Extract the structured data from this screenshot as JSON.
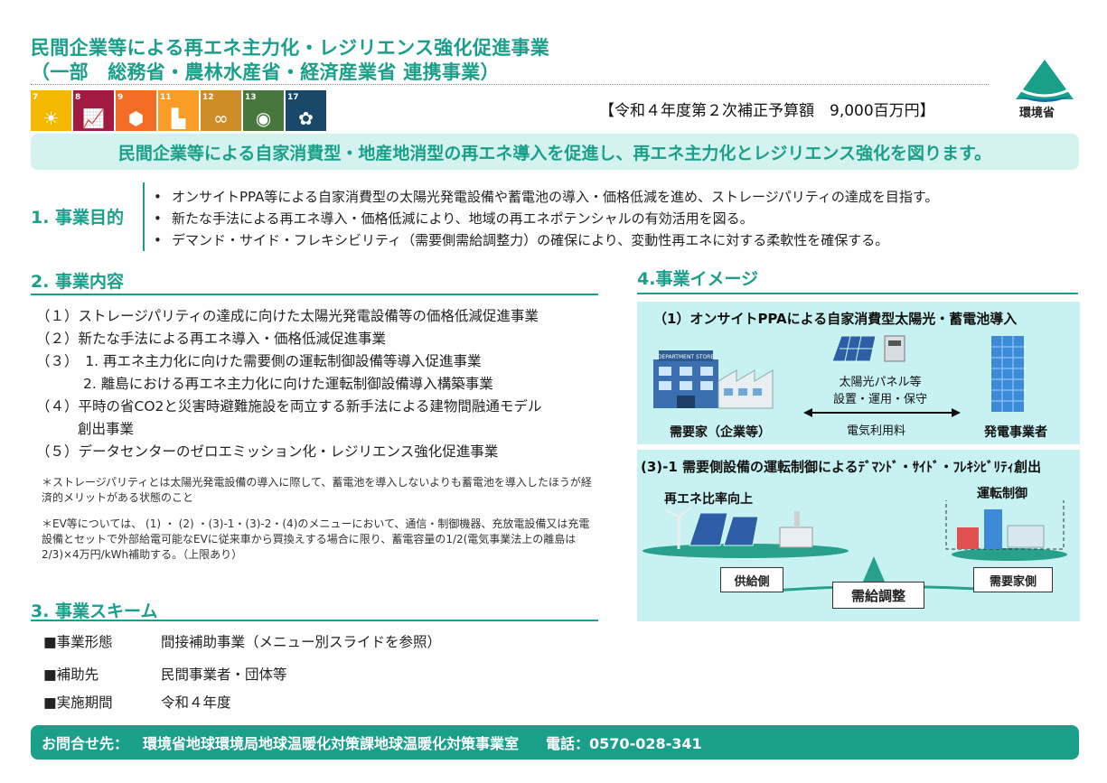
{
  "header": {
    "title_line1": "民間企業等による再エネ主力化・レジリエンス強化促進事業",
    "title_line2": "（一部　総務省・農林水産省・経済産業省 連携事業）",
    "budget": "【令和４年度第２次補正予算額　9,000百万円】",
    "ministry": "環境省"
  },
  "sdgs": [
    {
      "num": "7",
      "icon": "sun-icon",
      "color": "#f5b800"
    },
    {
      "num": "8",
      "icon": "growth-chart-icon",
      "color": "#a21942"
    },
    {
      "num": "9",
      "icon": "industry-cubes-icon",
      "color": "#f36d25"
    },
    {
      "num": "11",
      "icon": "city-buildings-icon",
      "color": "#f99d26"
    },
    {
      "num": "12",
      "icon": "infinity-icon",
      "color": "#cf8d2a"
    },
    {
      "num": "13",
      "icon": "eye-globe-icon",
      "color": "#48773e"
    },
    {
      "num": "17",
      "icon": "partnership-icon",
      "color": "#19486a"
    }
  ],
  "banner": "民間企業等による自家消費型・地産地消型の再エネ導入を促進し、再エネ主力化とレジリエンス強化を図ります。",
  "purpose": {
    "heading": "1. 事業目的",
    "bullets": [
      "オンサイトPPA等による自家消費型の太陽光発電設備や蓄電池の導入・価格低減を進め、ストレージパリティの達成を目指す。",
      "新たな手法による再エネ導入・価格低減により、地域の再エネポテンシャルの有効活用を図る。",
      "デマンド・サイド・フレキシビリティ（需要側需給調整力）の確保により、変動性再エネに対する柔軟性を確保する。"
    ]
  },
  "content": {
    "heading": "2. 事業内容",
    "items": [
      "（１）ストレージパリティの達成に向けた太陽光発電設備等の価格低減促進事業",
      "（２）新たな手法による再エネ導入・価格低減促進事業",
      "（３）　1. 再エネ主力化に向けた需要側の運転制御設備等導入促進事業",
      "2. 離島における再エネ主力化に向けた運転制御設備導入構築事業",
      "（４）平時の省CO2と災害時避難施設を両立する新手法による建物間融通モデル",
      "創出事業",
      "（５）データセンターのゼロエミッション化・レジリエンス強化促進事業"
    ],
    "note1": "＊ストレージパリティとは太陽光発電設備の導入に際して、蓄電池を導入しないよりも蓄電池を導入したほうが経済的メリットがある状態のこと",
    "note2": "＊EV等については、 (1) ・ (2) ・(3)-1・(3)-2・(4)のメニューにおいて、通信・制御機器、充放電設備又は充電設備とセットで外部給電可能なEVに従来車から買換えする場合に限り、蓄電容量の1/2(電気事業法上の離島は2/3)×4万円/kWh補助する。（上限あり）"
  },
  "scheme": {
    "heading": "3. 事業スキーム",
    "rows": [
      {
        "key": "■事業形態",
        "value": "間接補助事業（メニュー別スライドを参照）"
      },
      {
        "key": "■補助先",
        "value": "民間事業者・団体等"
      },
      {
        "key": "■実施期間",
        "value": "令和４年度"
      }
    ]
  },
  "image": {
    "heading": "4.事業イメージ",
    "box1": {
      "title": "（1）オンサイトPPAによる自家消費型太陽光・蓄電池導入",
      "panel_label1": "太陽光パネル等",
      "panel_label2": "設置・運用・保守",
      "fee_label": "電気利用料",
      "left_label": "需要家（企業等）",
      "right_label": "発電事業者",
      "store_sign": "DEPARTMENT STORE"
    },
    "box2": {
      "title": "(3)-1 需要側設備の運転制御によるﾃﾞﾏﾝﾄﾞ・ｻｲﾄﾞ・ﾌﾚｷｼﾋﾞﾘﾃｨ創出",
      "left_label": "再エネ比率向上",
      "right_label": "運転制御",
      "supply_label": "供給側",
      "demand_label": "需要家側",
      "balance_label": "需給調整"
    }
  },
  "contact": {
    "label": "お問合せ先：",
    "dept": "環境省地球環境局地球温暖化対策課地球温暖化対策事業室",
    "phone": "電話：0570-028-341"
  }
}
